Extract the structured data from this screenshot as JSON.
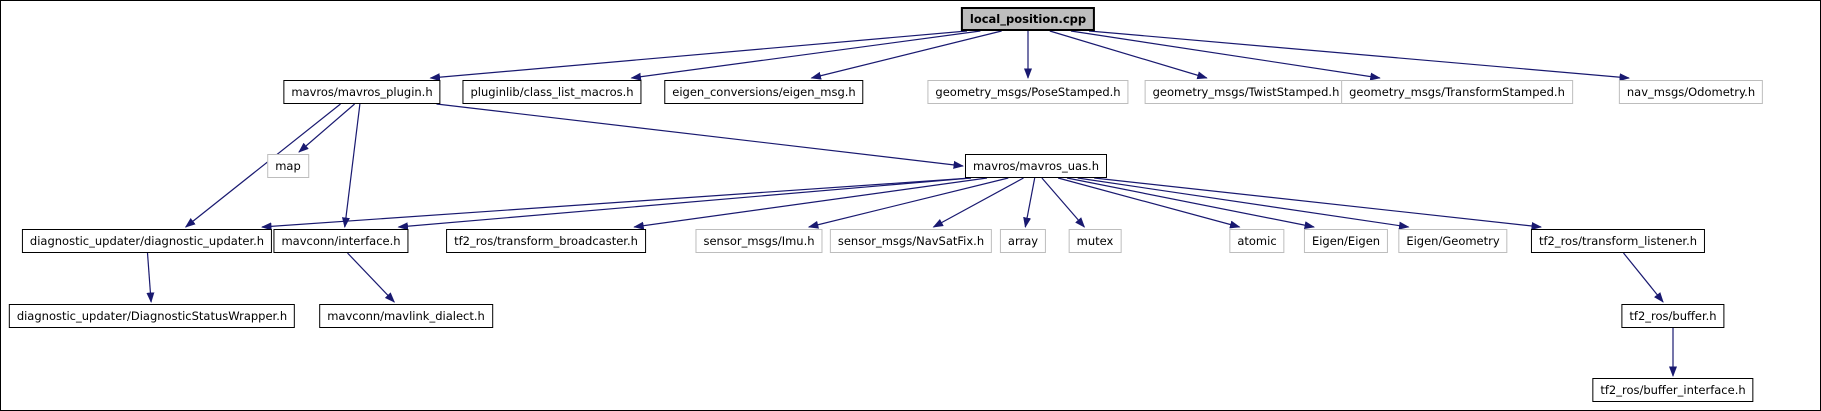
{
  "diagram": {
    "kind": "doxygen-include-graph",
    "root_label": "local_position.cpp",
    "edge_color": "#191970",
    "root_fill": "#bebebe",
    "external_border_color": "#bdbdbd",
    "nodes": [
      {
        "id": "local_position",
        "label": "local_position.cpp",
        "kind": "source"
      },
      {
        "id": "mavros_plugin",
        "label": "mavros/mavros_plugin.h",
        "kind": "documented"
      },
      {
        "id": "class_list_macros",
        "label": "pluginlib/class_list_macros.h",
        "kind": "documented"
      },
      {
        "id": "eigen_msg",
        "label": "eigen_conversions/eigen_msg.h",
        "kind": "documented"
      },
      {
        "id": "pose_stamped",
        "label": "geometry_msgs/PoseStamped.h",
        "kind": "external"
      },
      {
        "id": "twist_stamped",
        "label": "geometry_msgs/TwistStamped.h",
        "kind": "external"
      },
      {
        "id": "transform_stamped",
        "label": "geometry_msgs/TransformStamped.h",
        "kind": "external"
      },
      {
        "id": "odometry",
        "label": "nav_msgs/Odometry.h",
        "kind": "external"
      },
      {
        "id": "map",
        "label": "map",
        "kind": "external"
      },
      {
        "id": "mavros_uas",
        "label": "mavros/mavros_uas.h",
        "kind": "documented"
      },
      {
        "id": "diagnostic_updater",
        "label": "diagnostic_updater/diagnostic_updater.h",
        "kind": "documented"
      },
      {
        "id": "mavconn_interface",
        "label": "mavconn/interface.h",
        "kind": "documented"
      },
      {
        "id": "transform_broadcaster",
        "label": "tf2_ros/transform_broadcaster.h",
        "kind": "documented"
      },
      {
        "id": "imu",
        "label": "sensor_msgs/Imu.h",
        "kind": "external"
      },
      {
        "id": "navsatfix",
        "label": "sensor_msgs/NavSatFix.h",
        "kind": "external"
      },
      {
        "id": "array",
        "label": "array",
        "kind": "external"
      },
      {
        "id": "mutex",
        "label": "mutex",
        "kind": "external"
      },
      {
        "id": "atomic",
        "label": "atomic",
        "kind": "external"
      },
      {
        "id": "eigen_eigen",
        "label": "Eigen/Eigen",
        "kind": "external"
      },
      {
        "id": "eigen_geometry",
        "label": "Eigen/Geometry",
        "kind": "external"
      },
      {
        "id": "transform_listener",
        "label": "tf2_ros/transform_listener.h",
        "kind": "documented"
      },
      {
        "id": "diagnostic_status_wrapper",
        "label": "diagnostic_updater/DiagnosticStatusWrapper.h",
        "kind": "documented"
      },
      {
        "id": "mavlink_dialect",
        "label": "mavconn/mavlink_dialect.h",
        "kind": "documented"
      },
      {
        "id": "tf2_buffer",
        "label": "tf2_ros/buffer.h",
        "kind": "documented"
      },
      {
        "id": "tf2_buffer_interface",
        "label": "tf2_ros/buffer_interface.h",
        "kind": "documented"
      }
    ],
    "edges": [
      {
        "from": "local_position",
        "to": "mavros_plugin"
      },
      {
        "from": "local_position",
        "to": "class_list_macros"
      },
      {
        "from": "local_position",
        "to": "eigen_msg"
      },
      {
        "from": "local_position",
        "to": "pose_stamped"
      },
      {
        "from": "local_position",
        "to": "twist_stamped"
      },
      {
        "from": "local_position",
        "to": "transform_stamped"
      },
      {
        "from": "local_position",
        "to": "odometry"
      },
      {
        "from": "mavros_plugin",
        "to": "map"
      },
      {
        "from": "mavros_plugin",
        "to": "mavros_uas"
      },
      {
        "from": "mavros_plugin",
        "to": "diagnostic_updater"
      },
      {
        "from": "mavros_plugin",
        "to": "mavconn_interface"
      },
      {
        "from": "mavros_uas",
        "to": "diagnostic_updater"
      },
      {
        "from": "mavros_uas",
        "to": "mavconn_interface"
      },
      {
        "from": "mavros_uas",
        "to": "transform_broadcaster"
      },
      {
        "from": "mavros_uas",
        "to": "imu"
      },
      {
        "from": "mavros_uas",
        "to": "navsatfix"
      },
      {
        "from": "mavros_uas",
        "to": "array"
      },
      {
        "from": "mavros_uas",
        "to": "mutex"
      },
      {
        "from": "mavros_uas",
        "to": "atomic"
      },
      {
        "from": "mavros_uas",
        "to": "eigen_eigen"
      },
      {
        "from": "mavros_uas",
        "to": "eigen_geometry"
      },
      {
        "from": "mavros_uas",
        "to": "transform_listener"
      },
      {
        "from": "diagnostic_updater",
        "to": "diagnostic_status_wrapper"
      },
      {
        "from": "mavconn_interface",
        "to": "mavlink_dialect"
      },
      {
        "from": "transform_listener",
        "to": "tf2_buffer"
      },
      {
        "from": "tf2_buffer",
        "to": "tf2_buffer_interface"
      }
    ]
  }
}
